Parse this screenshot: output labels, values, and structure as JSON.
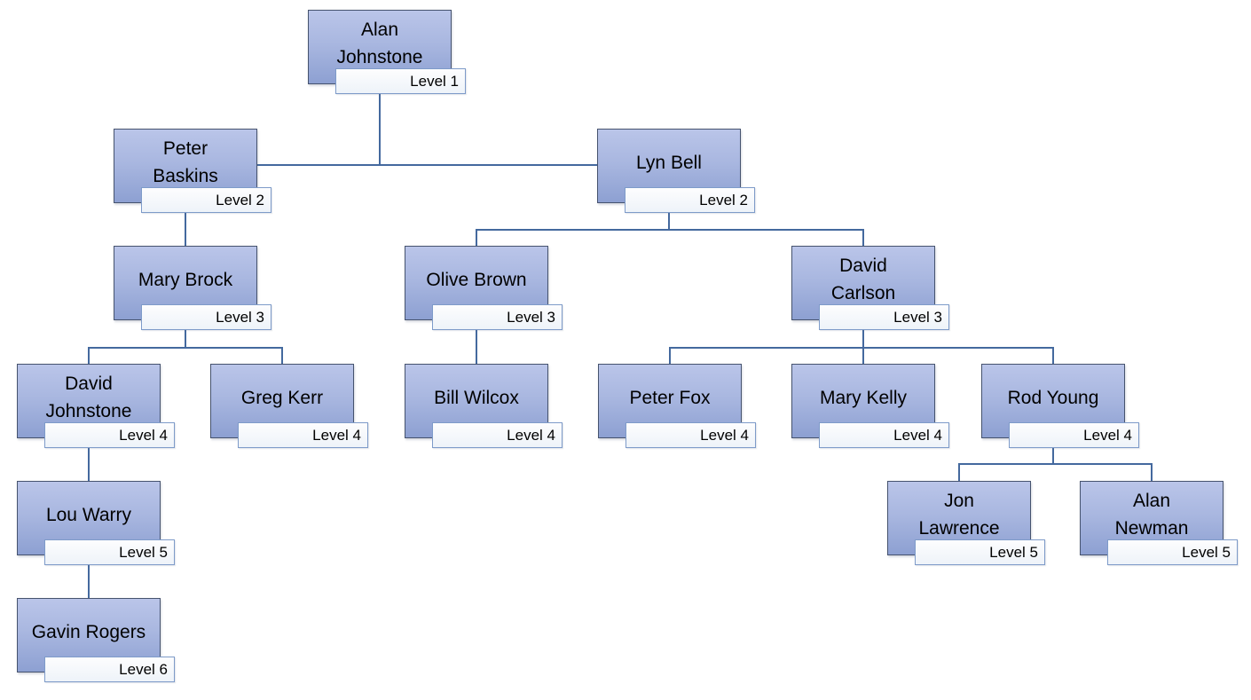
{
  "org_chart": {
    "nodes": [
      {
        "name": "Alan\nJohnstone",
        "level": "Level 1",
        "reports_to": null
      },
      {
        "name": "Peter\nBaskins",
        "level": "Level 2",
        "reports_to": "Alan Johnstone"
      },
      {
        "name": "Lyn Bell",
        "level": "Level 2",
        "reports_to": "Alan Johnstone"
      },
      {
        "name": "Mary Brock",
        "level": "Level 3",
        "reports_to": "Peter Baskins"
      },
      {
        "name": "Olive Brown",
        "level": "Level 3",
        "reports_to": "Lyn Bell"
      },
      {
        "name": "David\nCarlson",
        "level": "Level 3",
        "reports_to": "Lyn Bell"
      },
      {
        "name": "David\nJohnstone",
        "level": "Level 4",
        "reports_to": "Mary Brock"
      },
      {
        "name": "Greg Kerr",
        "level": "Level 4",
        "reports_to": "Mary Brock"
      },
      {
        "name": "Bill Wilcox",
        "level": "Level 4",
        "reports_to": "Olive Brown"
      },
      {
        "name": "Peter Fox",
        "level": "Level 4",
        "reports_to": "David Carlson"
      },
      {
        "name": "Mary Kelly",
        "level": "Level 4",
        "reports_to": "David Carlson"
      },
      {
        "name": "Rod Young",
        "level": "Level 4",
        "reports_to": "David Carlson"
      },
      {
        "name": "Lou Warry",
        "level": "Level 5",
        "reports_to": "David Johnstone"
      },
      {
        "name": "Jon\nLawrence",
        "level": "Level 5",
        "reports_to": "Rod Young"
      },
      {
        "name": "Alan\nNewman",
        "level": "Level 5",
        "reports_to": "Rod Young"
      },
      {
        "name": "Gavin Rogers",
        "level": "Level 6",
        "reports_to": "Lou Warry"
      }
    ],
    "colors": {
      "node_fill_top": "#bac5e9",
      "node_fill_bottom": "#8da0d2",
      "node_border": "#46536e",
      "label_fill": "#f7fafd",
      "label_border": "#7e9bc9",
      "connector": "#44699e",
      "text": "#000000",
      "background": "#ffffff"
    }
  }
}
